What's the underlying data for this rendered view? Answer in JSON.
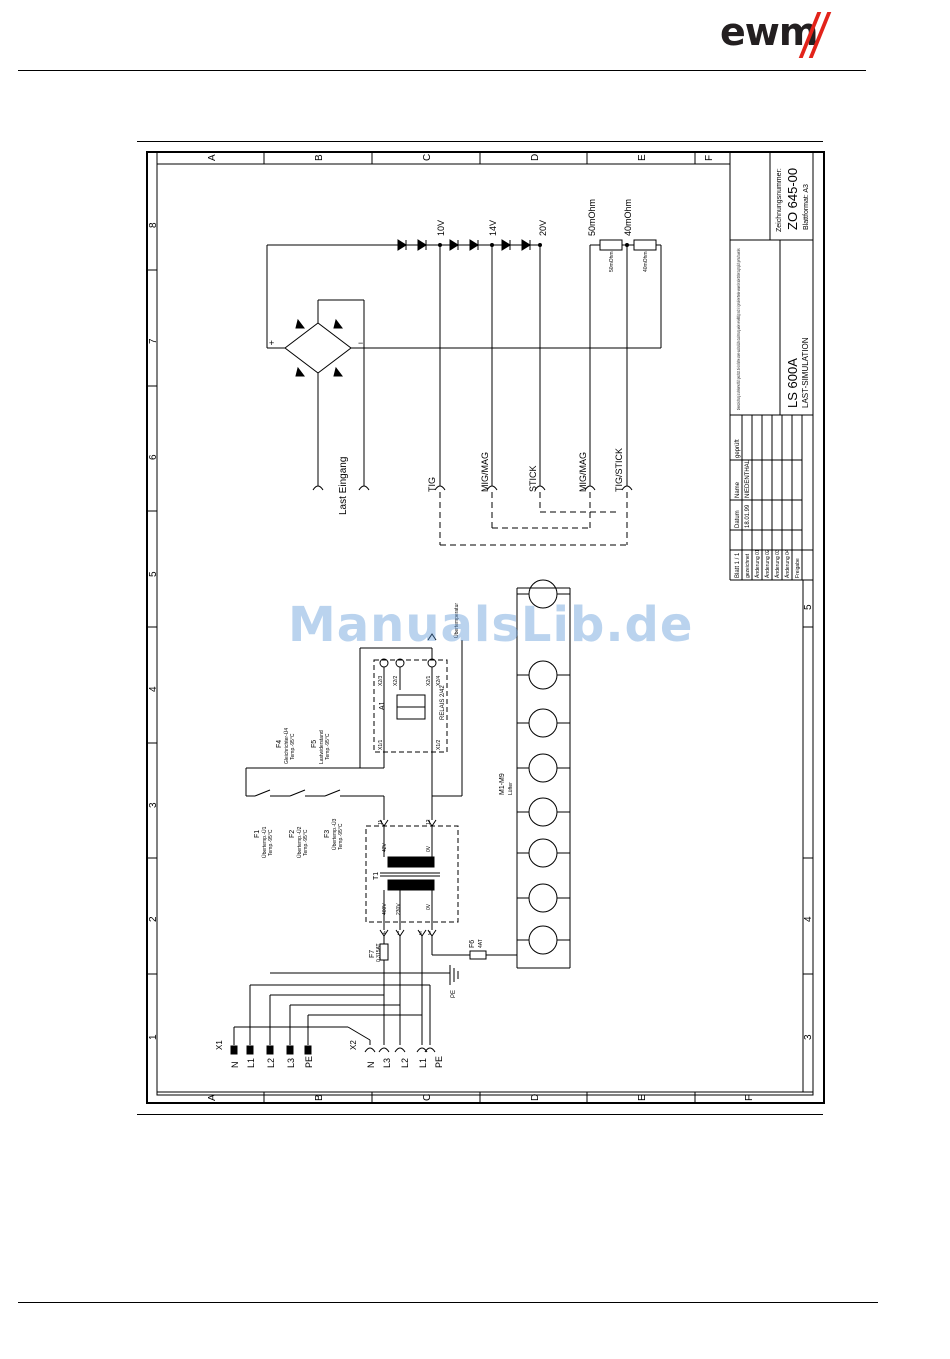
{
  "header": {
    "logo_text": "ewm"
  },
  "watermark": "ManualsLib.de",
  "frame": {
    "columns": [
      "A",
      "B",
      "C",
      "D",
      "E",
      "F"
    ],
    "rows": [
      "1",
      "2",
      "3",
      "4",
      "5",
      "6",
      "7",
      "8"
    ]
  },
  "title_block": {
    "drawing_number_label": "Zeichnungsnummer:",
    "drawing_number": "ZO 645-00",
    "sheet_format": "Blattformat: A3",
    "product": "LS 600A",
    "product_sub": "LAST-SIMULATION",
    "note": "Diese Zeichnung ist urheberrechtlich geschützt. Sie darf ohne unsere ausdrückliche Zustimmung weder vervielfältigt noch in irgendeiner Weise verwendet oder Dritten zugänglich gemacht werden.",
    "sheet": "Blatt 1 / 1",
    "col_date": "Datum",
    "col_name": "Name",
    "col_checked": "geprüft",
    "drawn_label": "gezeichnet",
    "drawn_date": "18.01.99",
    "drawn_name": "NIEDENTHAL",
    "changes": [
      "Änderung 01",
      "Änderung 02",
      "Änderung 03",
      "Änderung 04"
    ],
    "release": "Freigabe"
  },
  "labels": {
    "v10": "10V",
    "v14": "14V",
    "v20": "20V",
    "r50": "50mOhm",
    "r40": "40mOhm",
    "r50s": "50mOhm",
    "r40s": "40mOhm",
    "last_eingang": "Last Eingang",
    "tig": "TIG",
    "mig1": "MIG/MAG",
    "stick": "STICK",
    "mig2": "MIG/MAG",
    "tigstick": "TIG/STICK",
    "motors": "M1-M9",
    "motors_sub": "Lüfter",
    "a1": "A1",
    "relais": "RELAIS 2/42",
    "t1": "T1",
    "f1": "F1",
    "f1d": "Übertemp.-Ü1",
    "f1t": "Temp.-95°C",
    "f2": "F2",
    "f2d": "Übertemp.-Ü2",
    "f2t": "Temp.-95°C",
    "f3": "F3",
    "f3d": "Übertemp.-Ü3",
    "f3t": "Temp.-95°C",
    "f4": "F4",
    "f4d": "Gleichrichter-Ü4",
    "f4t": "Temp.-95°C",
    "f5": "F5",
    "f5d": "Lastwiderstand",
    "f5t": "Temp.-95°C",
    "f6": "F6",
    "f6v": "4AT",
    "f7": "F7",
    "f7v": "0,315AT",
    "pe_sym": "PE",
    "x1": "X1",
    "x2": "X2",
    "x1_pins": [
      "N",
      "L1",
      "L2",
      "L3",
      "PE"
    ],
    "x2_pins": [
      "N",
      "L3",
      "L2",
      "L1",
      "PE"
    ],
    "tr_400": "400V",
    "tr_230": "230V",
    "tr_0": "0V",
    "tr_42": "42V",
    "tr_0s": "0V",
    "x21": "X2/1",
    "x22": "X2/2",
    "x23": "X2/3",
    "x24": "X2/4",
    "x11": "X1/1",
    "x12": "X1/2",
    "tap_a": "11",
    "tap_b": "12",
    "tv4": "4",
    "tv1": "1",
    "tv2": "2",
    "tv3": "3",
    "plus": "+",
    "minus": "−",
    "uebertemp": "Übertemperatur"
  }
}
